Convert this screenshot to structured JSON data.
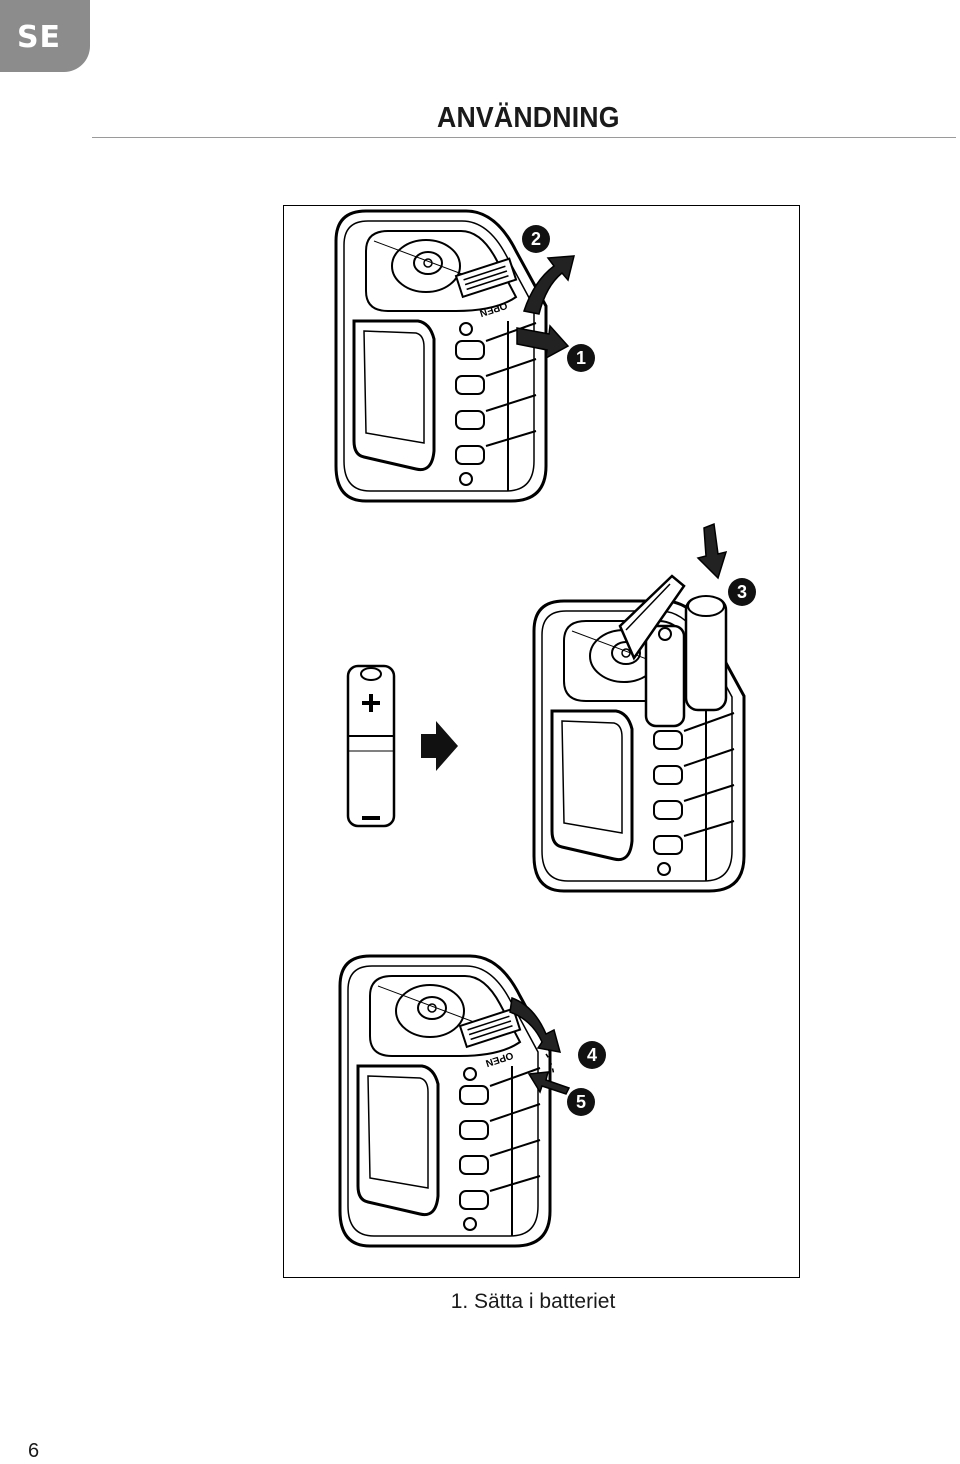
{
  "header": {
    "language_tab": "SE",
    "section_title": "ANVÄNDNING"
  },
  "figure": {
    "open_label": "OPEN",
    "step_1": "1",
    "step_2": "2",
    "step_3": "3",
    "step_4": "4",
    "step_5": "5",
    "caption": "1. Sätta i batteriet"
  },
  "footer": {
    "page_number": "6"
  }
}
